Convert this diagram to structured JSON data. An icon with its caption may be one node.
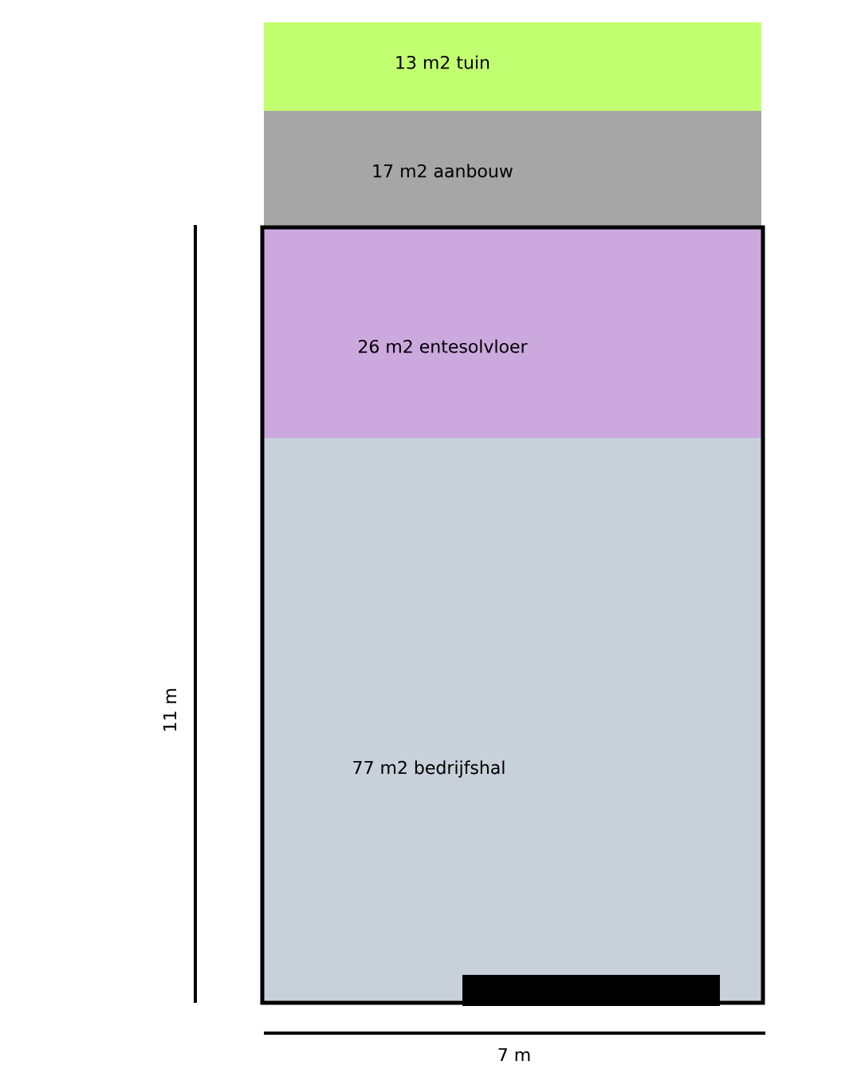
{
  "diagram": {
    "nodes": [
      {
        "text": [
          "13 m2 tuin"
        ]
      },
      {
        "text": [
          "17 m2 aanbouw"
        ]
      },
      {
        "text": [
          "26 m2 entesolvloer"
        ]
      },
      {
        "text": [
          "77 m2 bedrijfshal"
        ]
      }
    ],
    "edges": [],
    "labels": [
      "11 m",
      "7 m"
    ]
  }
}
